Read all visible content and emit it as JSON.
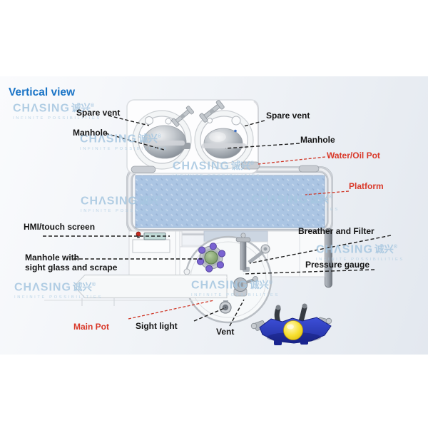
{
  "page": {
    "title": "Vertical view"
  },
  "colors": {
    "title_blue": "#1a74c6",
    "label_black": "#151515",
    "label_red": "#d9392a",
    "leader_black": "#1e1e1e",
    "leader_red": "#cf3626",
    "platform_blue": "#abc5e3",
    "watermark_blue": "#a4c5df",
    "dome_gray": "#9ba1a8",
    "valve_body_blue": "#2433b8",
    "ball_yellow": "#f2d31b",
    "hmi_screen_teal": "#c1dad7",
    "emergency_button_red": "#c62c22",
    "knob_purple": "#7a63d2",
    "sight_glass_green": "#7fa06b"
  },
  "watermark": {
    "logo": "CHΛSING",
    "logo_cn": "诚兴",
    "registered": "®",
    "tagline": "INFINITE POSSIBILITIES"
  },
  "labels": {
    "spare_vent_left": "Spare vent",
    "manhole_left": "Manhole",
    "spare_vent_right": "Spare vent",
    "manhole_right": "Manhole",
    "water_oil_pot": "Water/Oil Pot",
    "platform": "Platform",
    "hmi_touch_screen": "HMI/touch screen",
    "manhole_sight_line1": "Manhole with",
    "manhole_sight_line2": "sight glass and scrape",
    "breather_and_filter": "Breather and Filter",
    "pressure_gauge": "Pressure gauge",
    "main_pot": "Main Pot",
    "sight_light": "Sight light",
    "vent": "Vent"
  }
}
